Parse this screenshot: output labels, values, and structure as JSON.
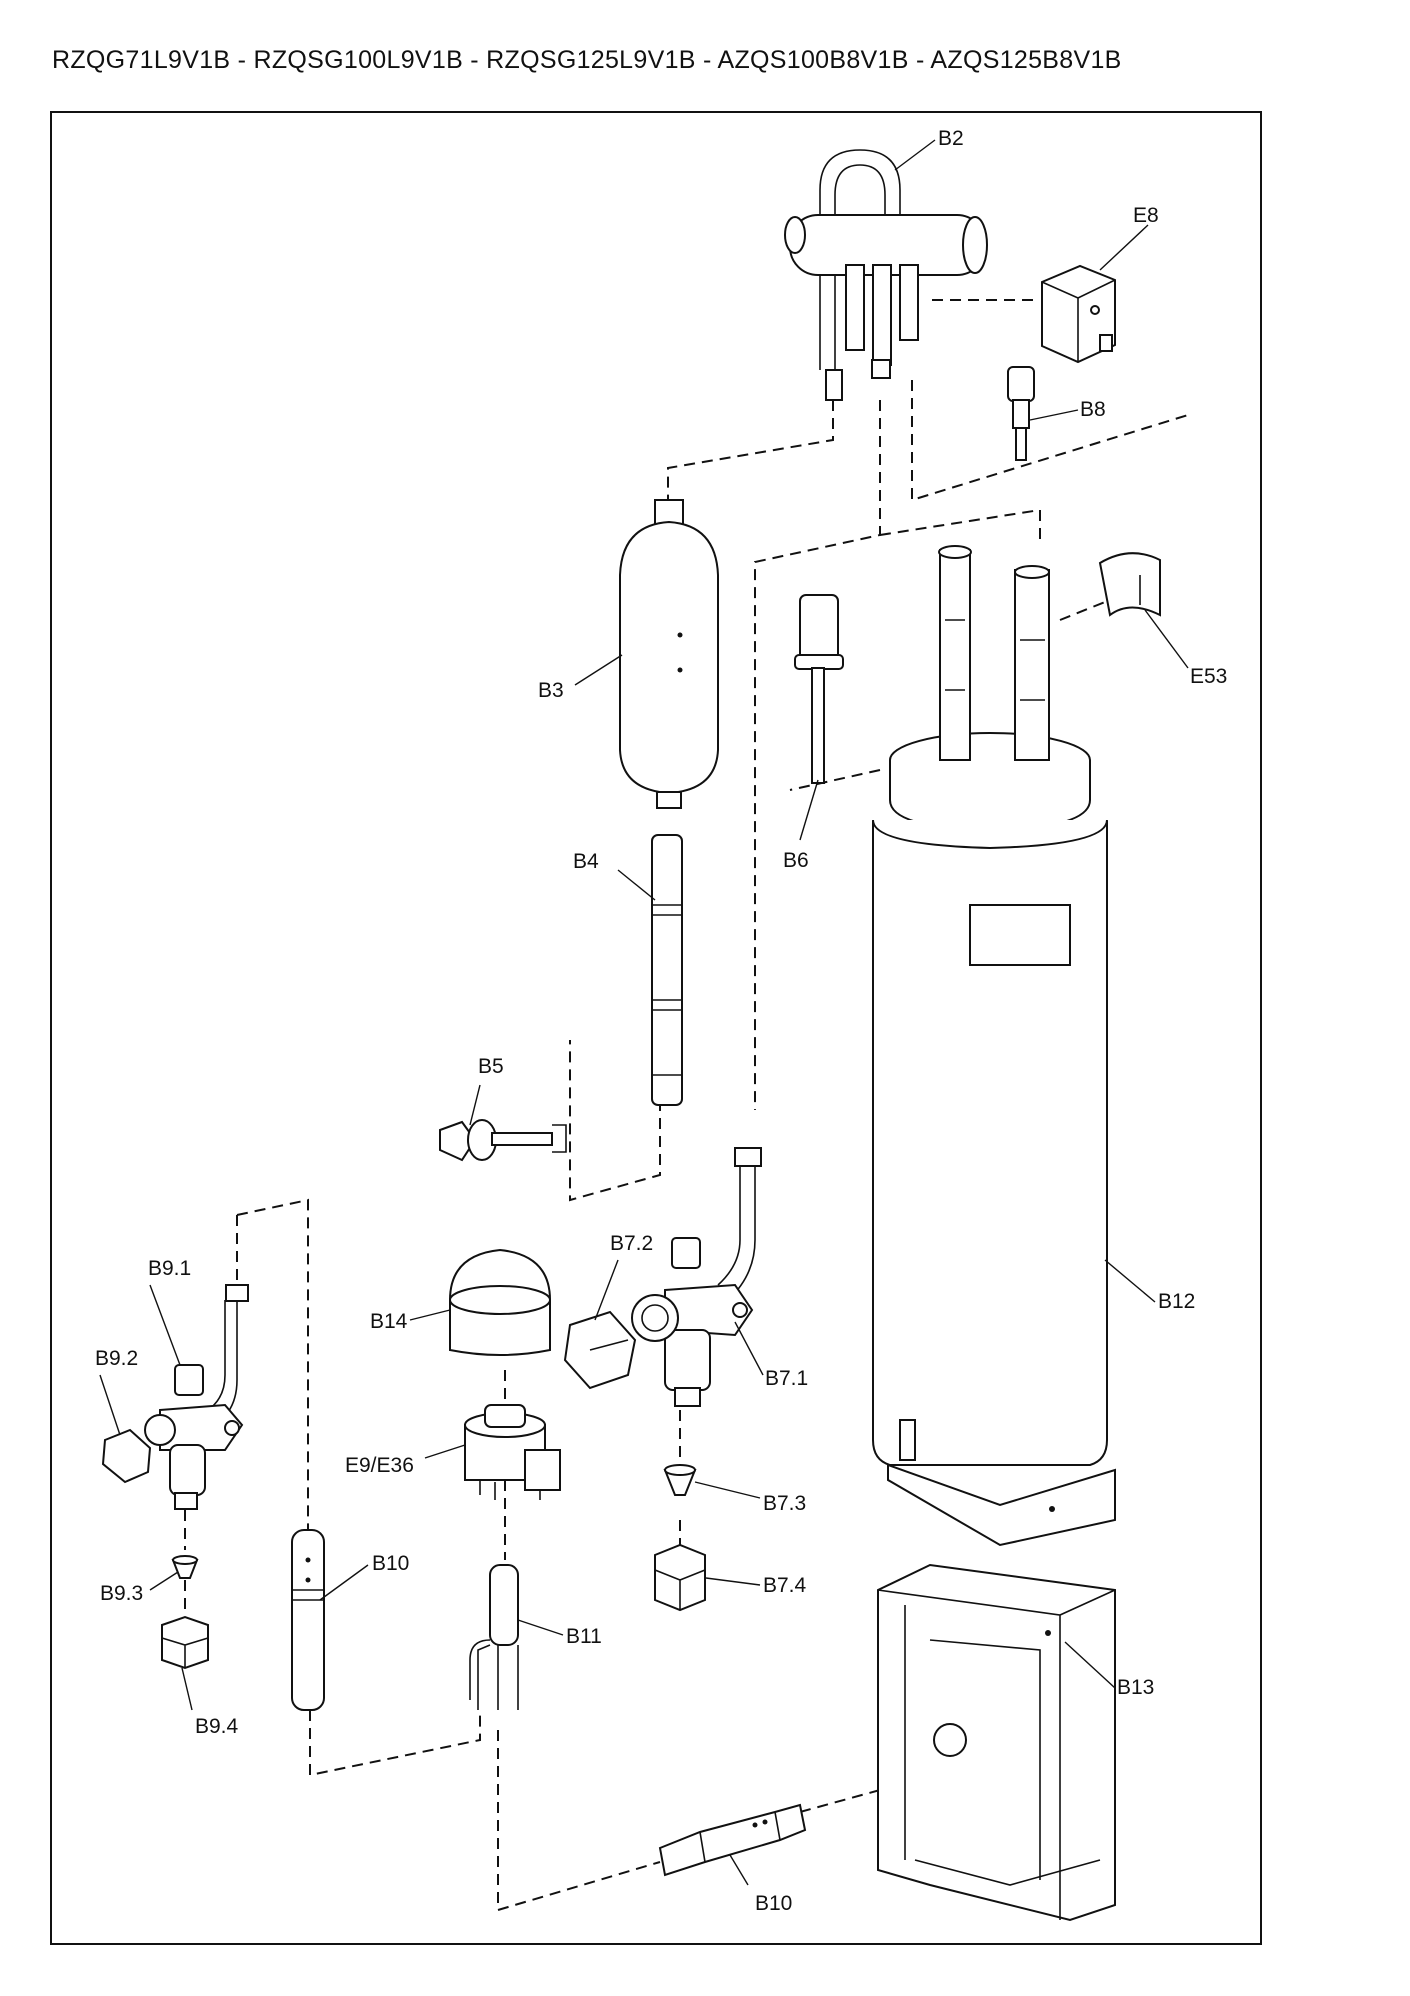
{
  "header": {
    "model_list": "RZQG71L9V1B - RZQSG100L9V1B - RZQSG125L9V1B - AZQS100B8V1B - AZQS125B8V1B"
  },
  "labels": {
    "b2": "B2",
    "e8": "E8",
    "b8": "B8",
    "b3": "B3",
    "e53": "E53",
    "b6": "B6",
    "b4": "B4",
    "b5": "B5",
    "b72": "B7.2",
    "b91": "B9.1",
    "b14": "B14",
    "b12": "B12",
    "b92": "B9.2",
    "b71": "B7.1",
    "e9e36": "E9/E36",
    "b73": "B7.3",
    "b10a": "B10",
    "b74": "B7.4",
    "b93": "B9.3",
    "b11": "B11",
    "b13": "B13",
    "b94": "B9.4",
    "b10b": "B10"
  }
}
